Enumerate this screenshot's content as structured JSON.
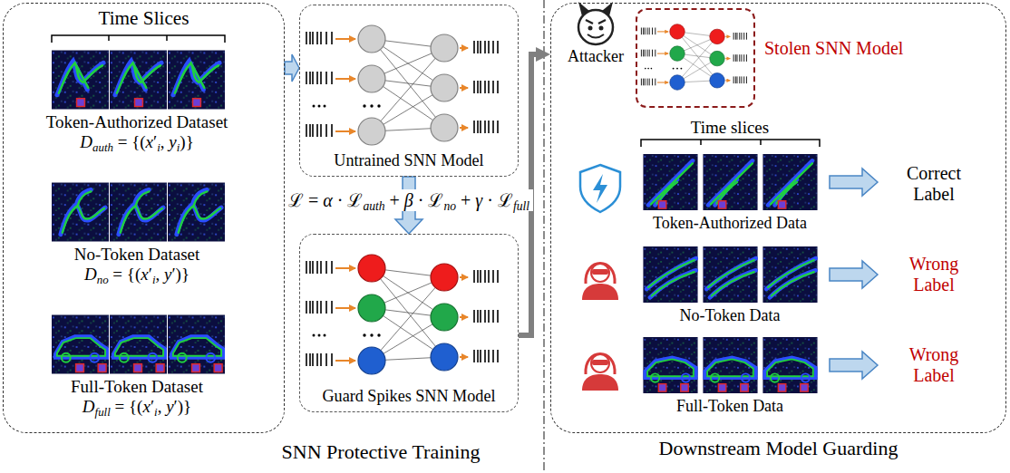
{
  "diagram": {
    "nodes": [
      {
        "text": [
          "Time Slices"
        ]
      },
      {
        "text": [
          "Untrained SNN Model"
        ]
      },
      {
        "text": [
          "Guard Spikes SNN Model"
        ]
      },
      {
        "text": [
          "Downstream Model Guarding"
        ]
      },
      {
        "text": [
          "Stolen SNN Model"
        ],
        "in": 3
      }
    ],
    "edges": [
      {
        "from": 0,
        "to": 1,
        "arrow": "to"
      },
      {
        "from": 1,
        "to": 2,
        "label": "ℒ = α · ℒauth + β · ℒno + γ · ℒfull",
        "arrow": "to"
      },
      {
        "from": 2,
        "to": 3,
        "arrow": "to"
      }
    ],
    "labels": [
      "Token-Authorized Dataset",
      "Dauth = {(x′i, yi)}",
      "No-Token Dataset",
      "Dno = {(x′i, y′)}",
      "Full-Token Dataset",
      "Dfull = {(x′i, y′)}",
      "Attacker",
      "Time slices",
      "Token-Authorized Data",
      "Correct Label",
      "No-Token Data",
      "Wrong Label",
      "Full-Token Data",
      "Wrong Label",
      "SNN Protective Training"
    ]
  }
}
